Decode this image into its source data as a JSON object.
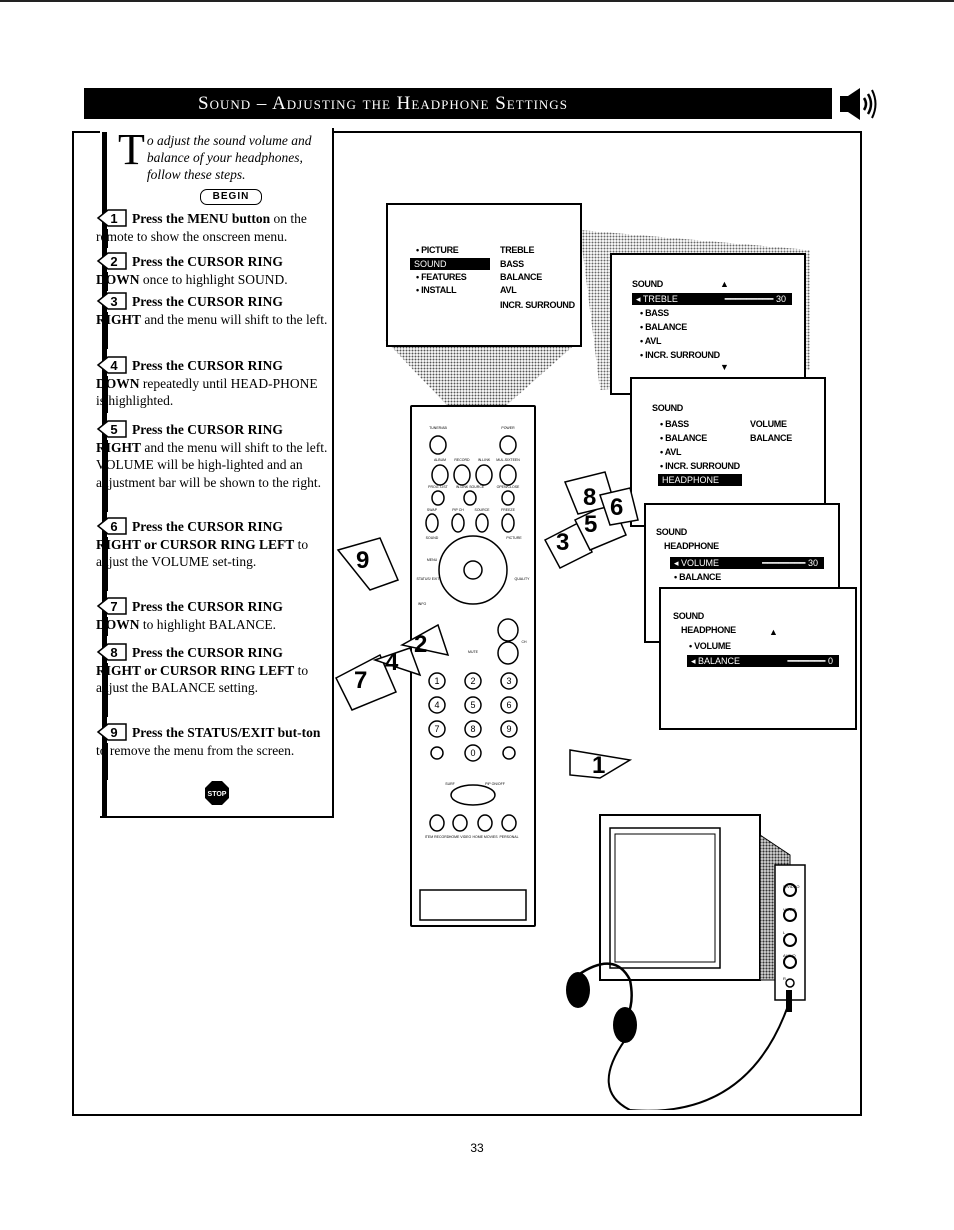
{
  "header": {
    "title": "Sound – Adjusting the Headphone Settings"
  },
  "intro": {
    "drop_cap": "T",
    "text": "o adjust the sound volume and balance of your headphones, follow these steps.",
    "begin_label": "BEGIN"
  },
  "steps": [
    {
      "num": "1",
      "bold": "Press the MENU button",
      "rest": " on the remote to show the onscreen menu."
    },
    {
      "num": "2",
      "bold": "Press the CURSOR RING DOWN",
      "rest": " once to highlight SOUND."
    },
    {
      "num": "3",
      "bold": "Press the CURSOR RING RIGHT",
      "rest": " and the menu will shift to the left."
    },
    {
      "num": "4",
      "bold": "Press the CURSOR RING DOWN",
      "rest": " repeatedly until HEAD-PHONE is highlighted."
    },
    {
      "num": "5",
      "bold": "Press the CURSOR RING RIGHT",
      "rest": " and the menu will shift to the left. VOLUME will be high-lighted and an adjustment bar will be shown to the right."
    },
    {
      "num": "6",
      "bold": "Press the CURSOR RING RIGHT or CURSOR RING LEFT",
      "rest": " to adjust the VOLUME set-ting."
    },
    {
      "num": "7",
      "bold": "Press the CURSOR RING DOWN",
      "rest": " to highlight BALANCE."
    },
    {
      "num": "8",
      "bold": "Press the CURSOR RING RIGHT or CURSOR RING LEFT",
      "rest": " to adjust the BALANCE setting."
    },
    {
      "num": "9",
      "bold": "Press the STATUS/EXIT but-ton",
      "rest": " to remove the menu from the screen."
    }
  ],
  "stop_label": "STOP",
  "menu1": {
    "left": [
      "PICTURE",
      "SOUND",
      "FEATURES",
      "INSTALL"
    ],
    "right": [
      "TREBLE",
      "BASS",
      "BALANCE",
      "AVL",
      "INCR. SURROUND"
    ]
  },
  "menu2": {
    "title": "SOUND",
    "highlight": "TREBLE",
    "value": "30",
    "items": [
      "BASS",
      "BALANCE",
      "AVL",
      "INCR. SURROUND"
    ]
  },
  "menu3": {
    "title": "SOUND",
    "items": [
      "BASS",
      "BALANCE",
      "AVL",
      "INCR. SURROUND"
    ],
    "highlight": "HEADPHONE",
    "right": [
      "VOLUME",
      "BALANCE"
    ]
  },
  "menu4": {
    "title": "SOUND",
    "sub": "HEADPHONE",
    "highlight": "VOLUME",
    "value": "30",
    "items": [
      "BALANCE"
    ]
  },
  "menu5": {
    "title": "SOUND",
    "sub": "HEADPHONE",
    "items": [
      "VOLUME"
    ],
    "highlight": "BALANCE",
    "value": "0"
  },
  "remote": {
    "top_labels": [
      "TUNER/AB",
      "POWER"
    ],
    "row_labels": [
      "ALBUM",
      "RECORD",
      "IN-LINK",
      "MUL-SIXTEEN"
    ],
    "mid_labels": [
      "PROG. LIST",
      "IN-LINK SOURCE",
      "OPEN/CLOSE"
    ],
    "swap_labels": [
      "SWAP",
      "PIP CH",
      "SOURCE",
      "FREEZE"
    ],
    "side_labels": [
      "SOUND",
      "PICTURE",
      "MENU",
      "STATUS/ EXIT",
      "QUALITY",
      "INFO",
      "MUTE",
      "CH"
    ],
    "keys": [
      "1",
      "2",
      "3",
      "4",
      "5",
      "6",
      "7",
      "8",
      "9",
      "0"
    ],
    "bottom_labels": [
      "SURF",
      "PIP ON/OFF"
    ],
    "bottom_row": [
      "ITEM RECORD",
      "HOME VIDEO",
      "HOME MOVIES",
      "PERSONAL"
    ]
  },
  "arrows": [
    "1",
    "2",
    "3",
    "4",
    "5",
    "6",
    "7",
    "8",
    "9"
  ],
  "tv_panel": [
    "S-VIDEO",
    "VIDEO",
    "L",
    "AUDIO",
    "R"
  ],
  "page_number": "33"
}
